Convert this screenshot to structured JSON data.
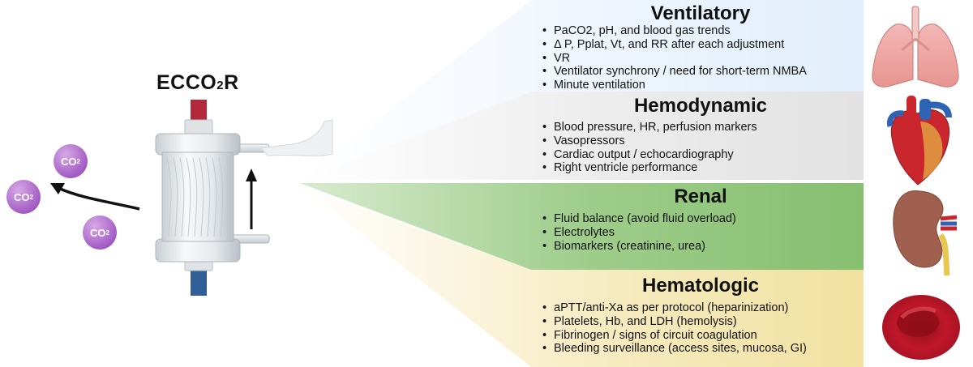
{
  "device": {
    "title_main": "ECCO",
    "title_sub": "2",
    "title_end": "R"
  },
  "co2_bubbles": [
    {
      "label": "CO",
      "sub": "2"
    },
    {
      "label": "CO",
      "sub": "2"
    },
    {
      "label": "CO",
      "sub": "2"
    }
  ],
  "colors": {
    "ventilatory": "#e6f0fb",
    "hemodynamic": "#e4e4e4",
    "renal": "#8cc277",
    "hematologic": "#f3e3a6",
    "co2": "#a35cc4"
  },
  "sections": [
    {
      "title": "Ventilatory",
      "items": [
        "PaCO2, pH, and blood gas trends",
        "Δ P, Pplat, Vt, and RR after each adjustment",
        "VR",
        "Ventilator synchrony / need for short-term NMBA",
        "Minute ventilation"
      ],
      "icon": "lungs-icon"
    },
    {
      "title": "Hemodynamic",
      "items": [
        "Blood pressure, HR, perfusion markers",
        "Vasopressors",
        "Cardiac output / echocardiography",
        "Right ventricle performance"
      ],
      "icon": "heart-icon"
    },
    {
      "title": "Renal",
      "items": [
        "Fluid balance (avoid fluid overload)",
        "Electrolytes",
        "Biomarkers (creatinine, urea)"
      ],
      "icon": "kidney-icon"
    },
    {
      "title": "Hematologic",
      "items": [
        "aPTT/anti-Xa as per protocol (heparinization)",
        "Platelets, Hb, and LDH (hemolysis)",
        "Fibrinogen / signs of circuit coagulation",
        "Bleeding surveillance (access sites, mucosa, GI)"
      ],
      "icon": "red-blood-cell-icon"
    }
  ]
}
